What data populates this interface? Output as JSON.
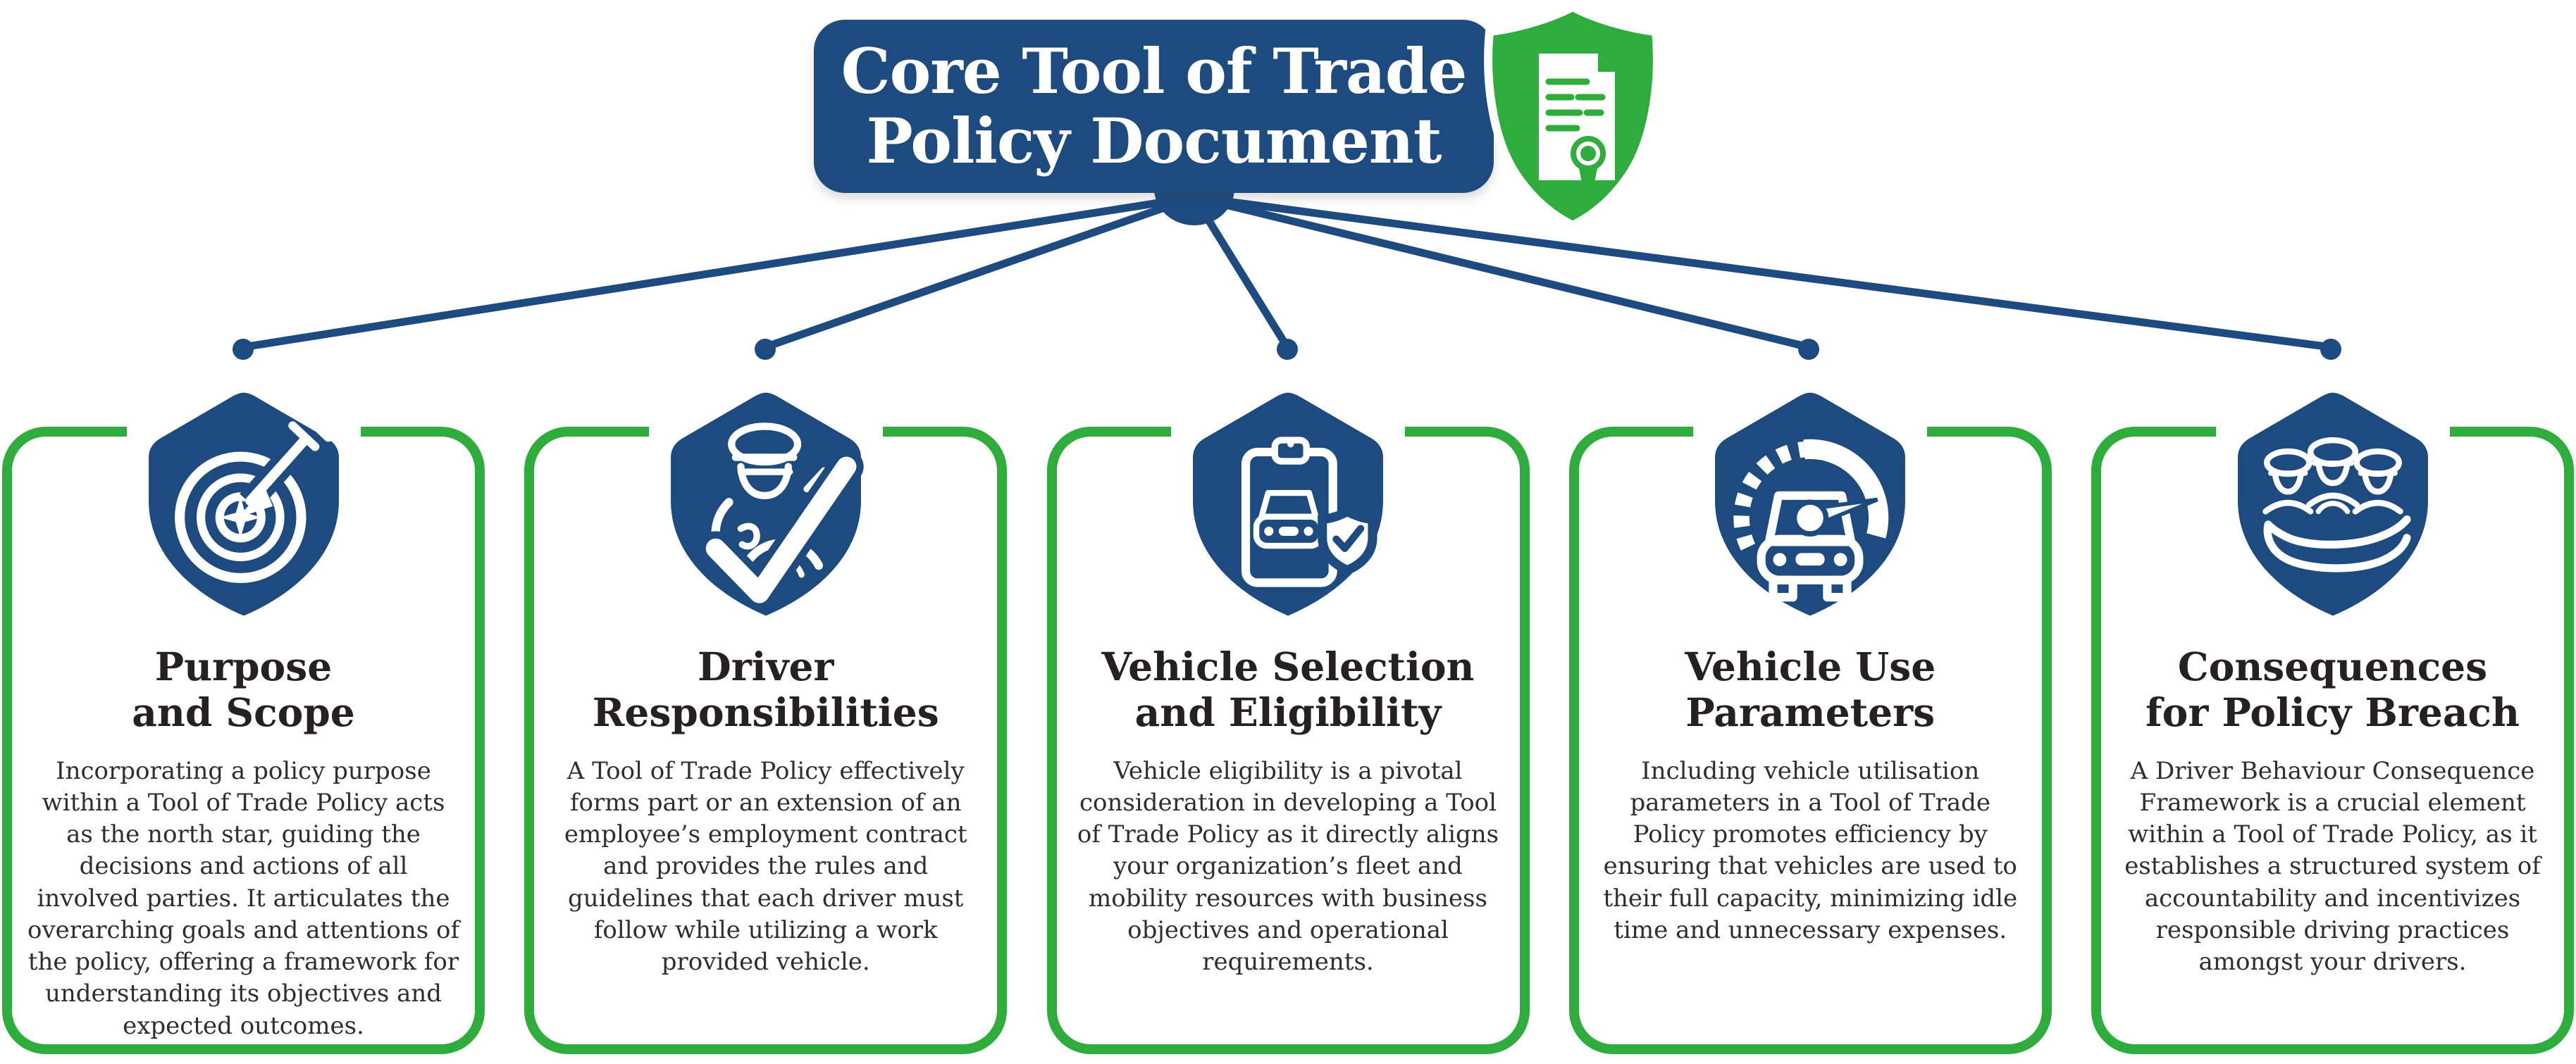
{
  "palette": {
    "blue": "#1D4B80",
    "green": "#2EAC3C",
    "heading_text": "#232220",
    "body_text": "#2F2E2C",
    "white": "#FFFFFF"
  },
  "header": {
    "title_line1": "Core Tool of Trade",
    "title_line2": "Policy Document",
    "badge_icon": "certificate-shield-icon"
  },
  "cards": [
    {
      "icon": "target-dart-shield-icon",
      "title_line1": "Purpose",
      "title_line2": "and Scope",
      "body": "Incorporating a policy purpose within a Tool of Trade Policy acts as the north star, guiding the decisions and actions of all involved parties. It articulates the overarching goals and attentions of the policy, offering a framework for understanding its objectives and expected outcomes."
    },
    {
      "icon": "driver-checkmark-shield-icon",
      "title_line1": "Driver",
      "title_line2": "Responsibilities",
      "body": "A Tool of Trade Policy effectively forms part or an extension of an employee’s employment contract and provides the rules and guidelines that each driver must follow while utilizing a work provided vehicle."
    },
    {
      "icon": "clipboard-car-shield-icon",
      "title_line1": "Vehicle Selection",
      "title_line2": "and Eligibility",
      "body": "Vehicle eligibility is a pivotal consideration in developing a Tool of Trade Policy as it directly aligns your organization’s fleet and mobility resources with business objectives and operational requirements."
    },
    {
      "icon": "speedometer-car-shield-icon",
      "title_line1": "Vehicle Use",
      "title_line2": "Parameters",
      "body": "Including vehicle utilisation parameters in a Tool of Trade Policy promotes efficiency by ensuring that vehicles are used to their full capacity, minimizing idle time and unnecessary expenses."
    },
    {
      "icon": "drivers-in-hand-shield-icon",
      "title_line1": "Consequences",
      "title_line2": "for Policy Breach",
      "body": "A Driver Behaviour Consequence Framework is a crucial element within a Tool of Trade Policy, as it establishes a structured system of accountability and incentivizes responsible driving practices amongst your drivers."
    }
  ]
}
